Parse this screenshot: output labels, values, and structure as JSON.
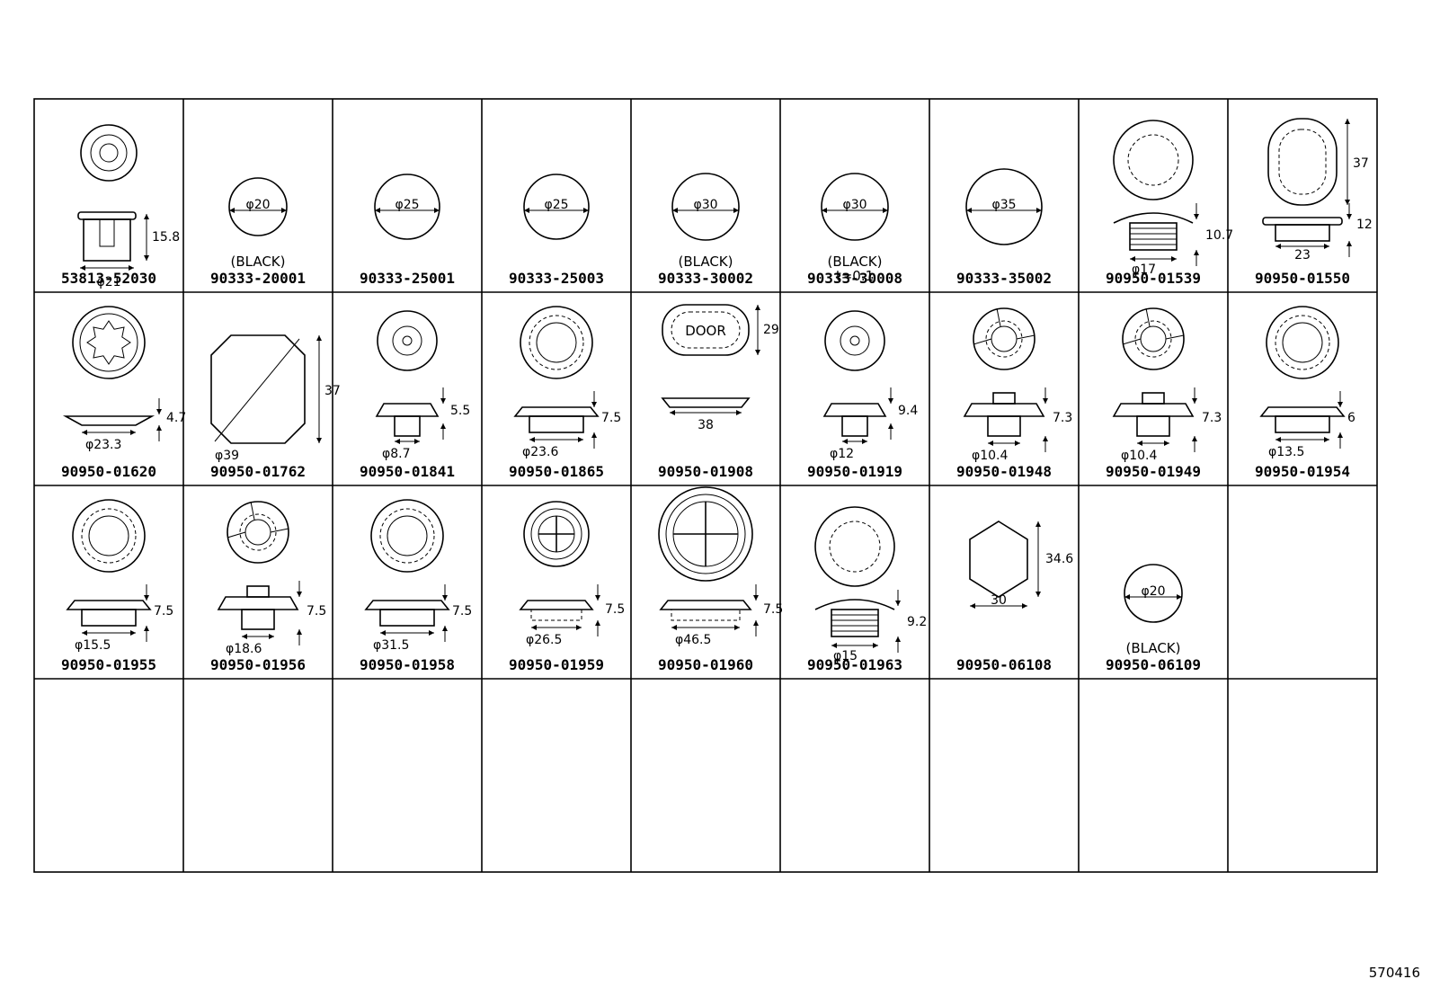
{
  "sheet_ref": "570416",
  "cells": [
    {
      "part": "53813-52030",
      "drawing": "clip-grommet-icon",
      "labels": {
        "height": "15.8",
        "dia": "φ21"
      }
    },
    {
      "part": "90333-20001",
      "drawing": "round-plug-icon",
      "labels": {
        "dia": "φ20",
        "note": "(BLACK)"
      }
    },
    {
      "part": "90333-25001",
      "drawing": "round-plug-icon",
      "labels": {
        "dia": "φ25"
      }
    },
    {
      "part": "90333-25003",
      "drawing": "round-plug-icon",
      "labels": {
        "dia": "φ25"
      }
    },
    {
      "part": "90333-30002",
      "drawing": "round-plug-icon",
      "labels": {
        "dia": "φ30",
        "note": "(BLACK)"
      }
    },
    {
      "part": "90333-30008",
      "drawing": "round-plug-icon",
      "labels": {
        "dia": "φ30",
        "note": "(BLACK)",
        "note2": "t=0.1"
      }
    },
    {
      "part": "90333-35002",
      "drawing": "round-plug-icon",
      "labels": {
        "dia": "φ35"
      }
    },
    {
      "part": "90950-01539",
      "drawing": "hole-plug-icon",
      "labels": {
        "height": "10.7",
        "dia": "φ17"
      }
    },
    {
      "part": "90950-01550",
      "drawing": "oval-plug-icon",
      "labels": {
        "length": "37",
        "height": "12",
        "width": "23"
      }
    },
    {
      "part": "90950-01620",
      "drawing": "gear-grommet-icon",
      "labels": {
        "height": "4.7",
        "dia": "φ23.3"
      }
    },
    {
      "part": "90950-01762",
      "drawing": "octagon-plug-icon",
      "labels": {
        "length": "37",
        "dia": "φ39"
      }
    },
    {
      "part": "90950-01841",
      "drawing": "wire-grommet-icon",
      "labels": {
        "height": "5.5",
        "dia": "φ8.7"
      }
    },
    {
      "part": "90950-01865",
      "drawing": "ring-grommet-icon",
      "labels": {
        "height": "7.5",
        "dia": "φ23.6"
      }
    },
    {
      "part": "90950-01908",
      "drawing": "door-plug-icon",
      "labels": {
        "text": "DOOR",
        "height": "29",
        "width": "38"
      }
    },
    {
      "part": "90950-01919",
      "drawing": "wire-grommet-icon",
      "labels": {
        "height": "9.4",
        "dia": "φ12"
      }
    },
    {
      "part": "90950-01948",
      "drawing": "split-grommet-icon",
      "labels": {
        "height": "7.3",
        "dia": "φ10.4"
      }
    },
    {
      "part": "90950-01949",
      "drawing": "split-grommet-icon",
      "labels": {
        "height": "7.3",
        "dia": "φ10.4"
      }
    },
    {
      "part": "90950-01954",
      "drawing": "ring-grommet-icon",
      "labels": {
        "height": "6",
        "dia": "φ13.5"
      }
    },
    {
      "part": "90950-01955",
      "drawing": "ring-grommet-icon",
      "labels": {
        "height": "7.5",
        "dia": "φ15.5"
      }
    },
    {
      "part": "90950-01956",
      "drawing": "split-grommet-icon",
      "labels": {
        "height": "7.5",
        "dia": "φ18.6"
      }
    },
    {
      "part": "90950-01958",
      "drawing": "ring-grommet-icon",
      "labels": {
        "height": "7.5",
        "dia": "φ31.5"
      }
    },
    {
      "part": "90950-01959",
      "drawing": "cross-grommet-icon",
      "labels": {
        "height": "7.5",
        "dia": "φ26.5"
      }
    },
    {
      "part": "90950-01960",
      "drawing": "cross-grommet-icon",
      "labels": {
        "height": "7.5",
        "dia": "φ46.5"
      }
    },
    {
      "part": "90950-01963",
      "drawing": "hole-plug-icon",
      "labels": {
        "height": "9.2",
        "dia": "φ15"
      }
    },
    {
      "part": "90950-06108",
      "drawing": "hex-plug-icon",
      "labels": {
        "height": "34.6",
        "width": "30"
      }
    },
    {
      "part": "90950-06109",
      "drawing": "round-plug-icon",
      "labels": {
        "dia": "φ20",
        "note": "(BLACK)"
      }
    },
    {
      "part": "",
      "drawing": "empty",
      "labels": {}
    },
    {
      "part": "",
      "drawing": "empty",
      "labels": {}
    },
    {
      "part": "",
      "drawing": "empty",
      "labels": {}
    },
    {
      "part": "",
      "drawing": "empty",
      "labels": {}
    },
    {
      "part": "",
      "drawing": "empty",
      "labels": {}
    },
    {
      "part": "",
      "drawing": "empty",
      "labels": {}
    },
    {
      "part": "",
      "drawing": "empty",
      "labels": {}
    },
    {
      "part": "",
      "drawing": "empty",
      "labels": {}
    },
    {
      "part": "",
      "drawing": "empty",
      "labels": {}
    },
    {
      "part": "",
      "drawing": "empty",
      "labels": {}
    }
  ]
}
